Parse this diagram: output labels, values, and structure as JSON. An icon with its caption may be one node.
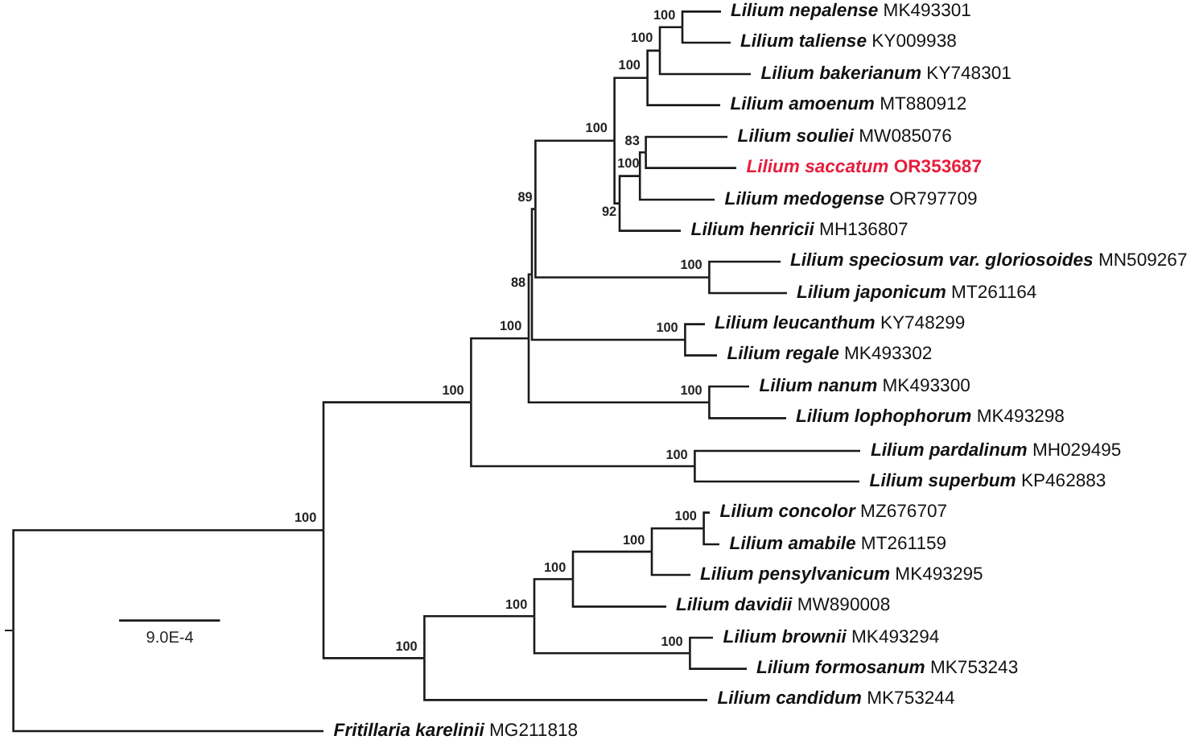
{
  "diagram": {
    "nodes": [
      {
        "text": [
          "Lilium nepalense",
          "MK493301"
        ]
      },
      {
        "text": [
          "Lilium taliense",
          "KY009938"
        ]
      },
      {
        "text": [
          "Lilium bakerianum",
          "KY748301"
        ]
      },
      {
        "text": [
          "Lilium amoenum",
          "MT880912"
        ]
      },
      {
        "text": [
          "Lilium souliei",
          "MW085076"
        ]
      },
      {
        "text": [
          "Lilium saccatum",
          "OR353687"
        ]
      },
      {
        "text": [
          "Lilium medogense",
          "OR797709"
        ]
      },
      {
        "text": [
          "Lilium henricii",
          "MH136807"
        ]
      },
      {
        "text": [
          "Lilium speciosum var. gloriosoides",
          "MN509267"
        ]
      },
      {
        "text": [
          "Lilium japonicum",
          "MT261164"
        ]
      },
      {
        "text": [
          "Lilium leucanthum",
          "KY748299"
        ]
      },
      {
        "text": [
          "Lilium regale",
          "MK493302"
        ]
      },
      {
        "text": [
          "Lilium nanum",
          "MK493300"
        ]
      },
      {
        "text": [
          "Lilium lophophorum",
          "MK493298"
        ]
      },
      {
        "text": [
          "Lilium pardalinum",
          "MH029495"
        ]
      },
      {
        "text": [
          "Lilium superbum",
          "KP462883"
        ]
      },
      {
        "text": [
          "Lilium concolor",
          "MZ676707"
        ]
      },
      {
        "text": [
          "Lilium amabile",
          "MT261159"
        ]
      },
      {
        "text": [
          "Lilium pensylvanicum",
          "MK493295"
        ]
      },
      {
        "text": [
          "Lilium davidii",
          "MW890008"
        ]
      },
      {
        "text": [
          "Lilium brownii",
          "MK493294"
        ]
      },
      {
        "text": [
          "Lilium formosanum",
          "MK753243"
        ]
      },
      {
        "text": [
          "Lilium candidum",
          "MK753244"
        ]
      },
      {
        "text": [
          "Fritillaria karelinii",
          "MG211818"
        ]
      },
      {
        "text": [
          "100"
        ]
      },
      {
        "text": [
          "100"
        ]
      },
      {
        "text": [
          "100"
        ]
      },
      {
        "text": [
          "83"
        ]
      },
      {
        "text": [
          "100"
        ]
      },
      {
        "text": [
          "92"
        ]
      },
      {
        "text": [
          "100"
        ]
      },
      {
        "text": [
          "100"
        ]
      },
      {
        "text": [
          "89"
        ]
      },
      {
        "text": [
          "100"
        ]
      },
      {
        "text": [
          "88"
        ]
      },
      {
        "text": [
          "100"
        ]
      },
      {
        "text": [
          "100"
        ]
      },
      {
        "text": [
          "100"
        ]
      },
      {
        "text": [
          "100"
        ]
      },
      {
        "text": [
          "100"
        ]
      },
      {
        "text": [
          "100"
        ]
      },
      {
        "text": [
          "100"
        ]
      },
      {
        "text": [
          "100"
        ]
      },
      {
        "text": [
          "100"
        ]
      },
      {
        "text": [
          "100"
        ]
      },
      {
        "text": [
          "100"
        ]
      },
      {
        "text": [],
        "shape": "line"
      }
    ],
    "edges": [
      {
        "from": 24,
        "to": 0,
        "arrow": "none"
      },
      {
        "from": 24,
        "to": 1,
        "arrow": "none"
      },
      {
        "from": 25,
        "to": 24,
        "arrow": "none"
      },
      {
        "from": 25,
        "to": 2,
        "arrow": "none"
      },
      {
        "from": 26,
        "to": 25,
        "arrow": "none"
      },
      {
        "from": 26,
        "to": 3,
        "arrow": "none"
      },
      {
        "from": 27,
        "to": 4,
        "arrow": "none"
      },
      {
        "from": 27,
        "to": 5,
        "arrow": "none"
      },
      {
        "from": 28,
        "to": 27,
        "arrow": "none"
      },
      {
        "from": 28,
        "to": 6,
        "arrow": "none"
      },
      {
        "from": 29,
        "to": 28,
        "arrow": "none"
      },
      {
        "from": 29,
        "to": 7,
        "arrow": "none"
      },
      {
        "from": 30,
        "to": 26,
        "arrow": "none"
      },
      {
        "from": 30,
        "to": 29,
        "arrow": "none"
      },
      {
        "from": 31,
        "to": 8,
        "arrow": "none"
      },
      {
        "from": 31,
        "to": 9,
        "arrow": "none"
      },
      {
        "from": 32,
        "to": 30,
        "arrow": "none"
      },
      {
        "from": 32,
        "to": 31,
        "arrow": "none"
      },
      {
        "from": 33,
        "to": 10,
        "arrow": "none"
      },
      {
        "from": 33,
        "to": 11,
        "arrow": "none"
      },
      {
        "from": 34,
        "to": 32,
        "arrow": "none"
      },
      {
        "from": 34,
        "to": 33,
        "arrow": "none"
      },
      {
        "from": 35,
        "to": 12,
        "arrow": "none"
      },
      {
        "from": 35,
        "to": 13,
        "arrow": "none"
      },
      {
        "from": 36,
        "to": 34,
        "arrow": "none"
      },
      {
        "from": 36,
        "to": 35,
        "arrow": "none"
      },
      {
        "from": 37,
        "to": 14,
        "arrow": "none"
      },
      {
        "from": 37,
        "to": 15,
        "arrow": "none"
      },
      {
        "from": 38,
        "to": 36,
        "arrow": "none"
      },
      {
        "from": 38,
        "to": 37,
        "arrow": "none"
      },
      {
        "from": 39,
        "to": 16,
        "arrow": "none"
      },
      {
        "from": 39,
        "to": 17,
        "arrow": "none"
      },
      {
        "from": 40,
        "to": 39,
        "arrow": "none"
      },
      {
        "from": 40,
        "to": 18,
        "arrow": "none"
      },
      {
        "from": 41,
        "to": 40,
        "arrow": "none"
      },
      {
        "from": 41,
        "to": 19,
        "arrow": "none"
      },
      {
        "from": 42,
        "to": 20,
        "arrow": "none"
      },
      {
        "from": 42,
        "to": 21,
        "arrow": "none"
      },
      {
        "from": 43,
        "to": 41,
        "arrow": "none"
      },
      {
        "from": 43,
        "to": 42,
        "arrow": "none"
      },
      {
        "from": 44,
        "to": 43,
        "arrow": "none"
      },
      {
        "from": 44,
        "to": 22,
        "arrow": "none"
      },
      {
        "from": 45,
        "to": 38,
        "arrow": "none"
      },
      {
        "from": 45,
        "to": 44,
        "arrow": "none"
      },
      {
        "from": 46,
        "to": 45,
        "arrow": "none"
      },
      {
        "from": 46,
        "to": 23,
        "arrow": "none"
      }
    ],
    "labels": [
      "9.0E-4"
    ]
  }
}
